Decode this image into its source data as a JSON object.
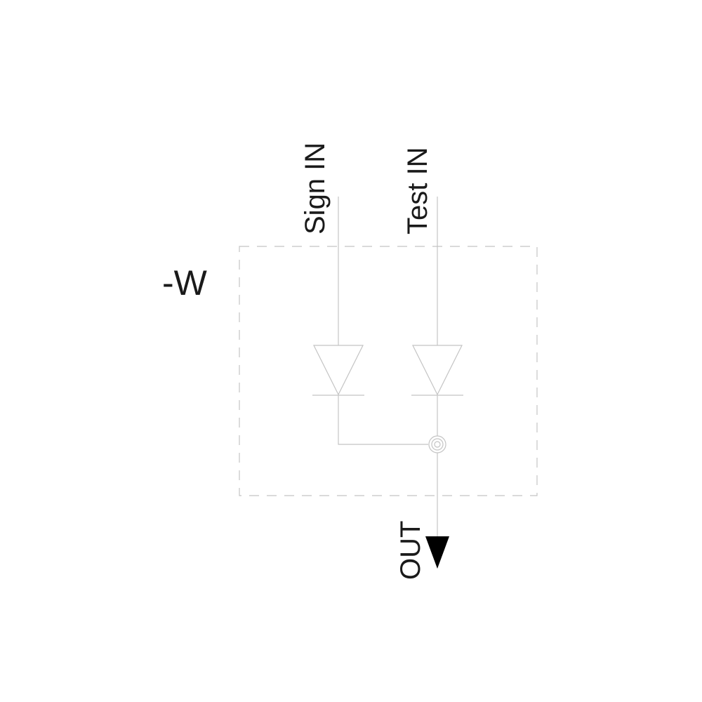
{
  "diagram": {
    "designation": "-W",
    "inputs": [
      {
        "label": "Sign IN"
      },
      {
        "label": "Test IN"
      }
    ],
    "output": {
      "label": "OUT"
    },
    "colors": {
      "line": "#c4c4c4",
      "text": "#1a1a1a",
      "arrow": "#000000"
    }
  }
}
